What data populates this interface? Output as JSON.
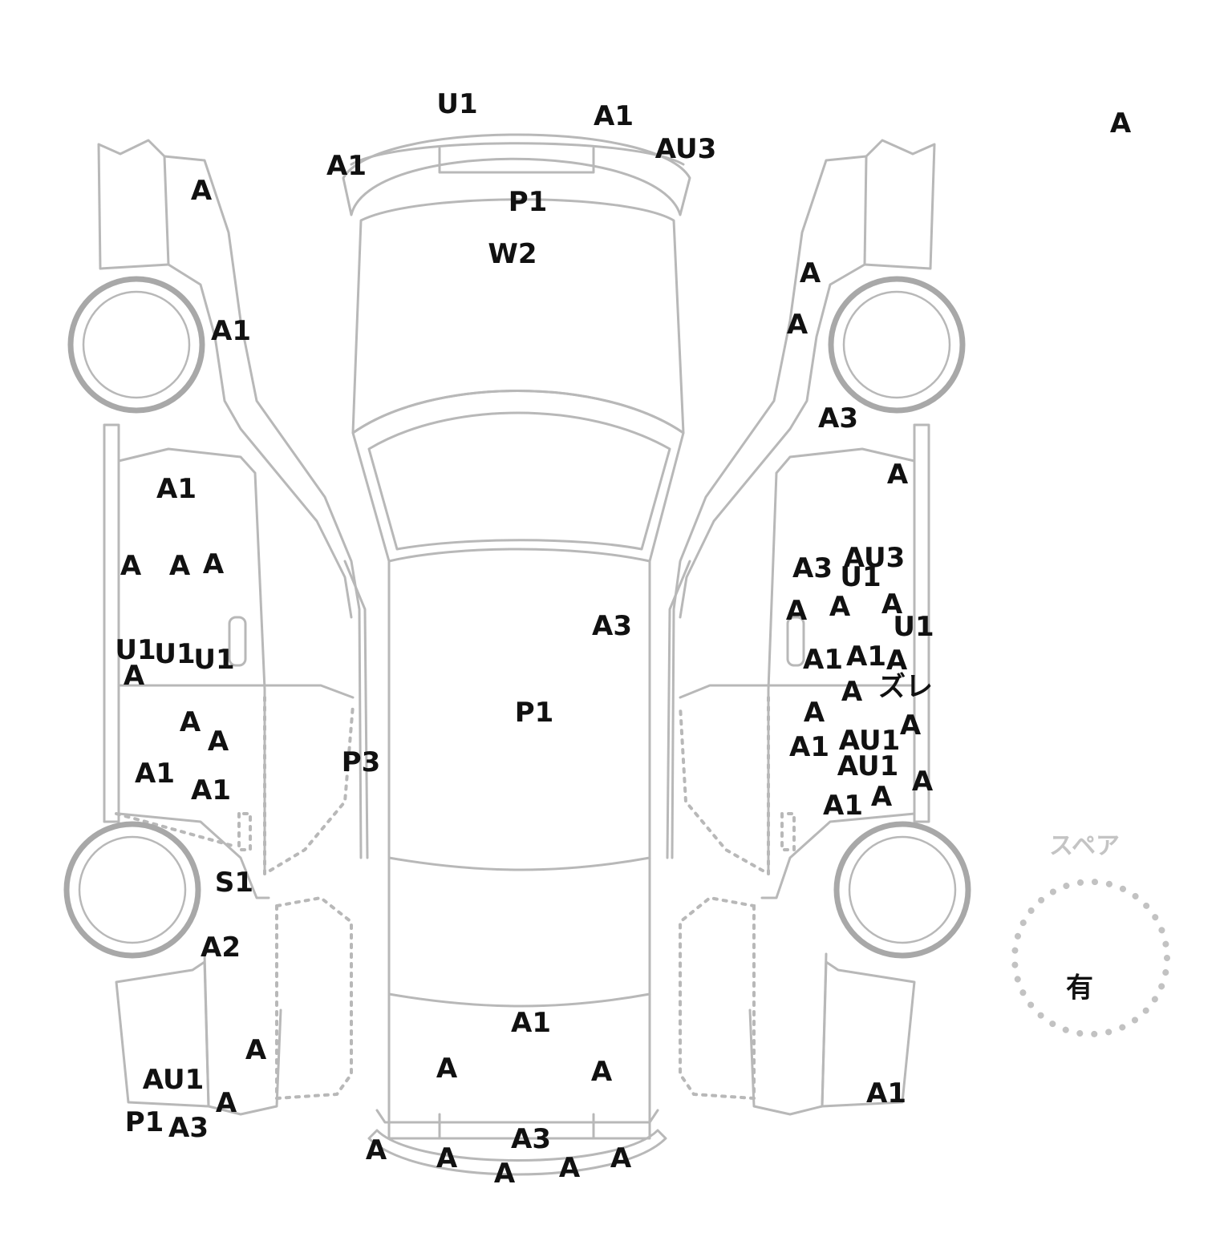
{
  "marks": {
    "corner_grade": "A",
    "top_view": [
      "U1",
      "A1",
      "AU3",
      "A1",
      "P1",
      "W2",
      "A3",
      "P1",
      "P3",
      "A1",
      "A",
      "A",
      "A",
      "A",
      "A3",
      "A",
      "A",
      "A"
    ],
    "left_side": [
      "A",
      "A1",
      "A1",
      "A",
      "A",
      "A",
      "U1",
      "U1",
      "U1",
      "A",
      "A",
      "A",
      "A1",
      "A1",
      "S1",
      "A2",
      "A",
      "AU1",
      "A",
      "P1",
      "A3"
    ],
    "right_side": [
      "A",
      "A",
      "A3",
      "A",
      "A3",
      "AU3",
      "U1",
      "A",
      "A",
      "A",
      "U1",
      "A1",
      "A1",
      "A",
      "A",
      "ズレ",
      "A",
      "A",
      "A1",
      "AU1",
      "AU1",
      "A",
      "A1",
      "A",
      "A1"
    ]
  },
  "spare": {
    "label": "スペア",
    "value": "有"
  }
}
